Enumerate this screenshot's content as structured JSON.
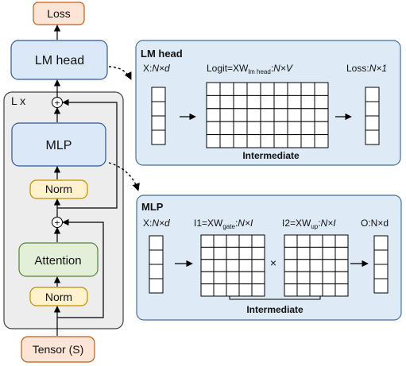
{
  "blocks": {
    "loss": "Loss",
    "lm_head": "LM head",
    "layer_repeat": "L x",
    "mlp": "MLP",
    "norm_top": "Norm",
    "attention": "Attention",
    "norm_bottom": "Norm",
    "tensor": "Tensor (S)",
    "plus_sign": "+"
  },
  "lm_head_panel": {
    "title": "LM head",
    "x_label": {
      "prefix": "X:",
      "shape": "N×d"
    },
    "logit_label": {
      "prefix": "Logit=XW",
      "sub": "lm head",
      "colon": ":",
      "shape": "N×V"
    },
    "loss_label": {
      "prefix": "Loss:",
      "shape": "N×1"
    },
    "intermediate": "Intermediate",
    "arrow_glyph": "→"
  },
  "mlp_panel": {
    "title": "MLP",
    "x_label": {
      "prefix": "X:",
      "shape": "N×d"
    },
    "i1_label": {
      "prefix": "I1=XW",
      "sub": "gate",
      "colon": ":",
      "shape": "N×I"
    },
    "i2_label": {
      "prefix": "I2=XW",
      "sub": "up",
      "colon": ":",
      "shape": "N×I"
    },
    "o_label": "O:N×d",
    "times_sign": "×",
    "intermediate": "Intermediate"
  },
  "colors": {
    "loss_fill": "#FCE4D6",
    "loss_stroke": "#C55A11",
    "blue_fill": "#DAE8F8",
    "blue_stroke": "#2F5597",
    "panel_fill": "#DEEBF7",
    "panel_stroke": "#41719C",
    "layer_fill": "#EDEDED",
    "layer_stroke": "#404040",
    "norm_fill": "#FFF2CC",
    "norm_stroke": "#BF9000",
    "attention_fill": "#E2F0D9",
    "attention_stroke": "#548235",
    "cell_fill": "#FFFFFF",
    "line": "#000000"
  }
}
